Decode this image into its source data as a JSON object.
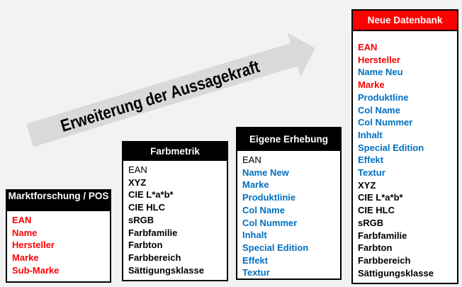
{
  "canvas": {
    "background": "#f2f2f2"
  },
  "colors": {
    "red": "#ff0000",
    "blue": "#0070c0",
    "black": "#000000"
  },
  "arrow": {
    "label": "Erweiterung der Aussagekraft",
    "fill": "#d9d9d9",
    "text_color": "#000000"
  },
  "boxes": [
    {
      "title": "Marktforschung / POS",
      "header_bg": "#000000",
      "header_text_color": "#ffffff",
      "items": [
        {
          "label": "EAN",
          "style": "red"
        },
        {
          "label": "Name",
          "style": "red"
        },
        {
          "label": "Hersteller",
          "style": "red"
        },
        {
          "label": "Marke",
          "style": "red"
        },
        {
          "label": "Sub-Marke",
          "style": "red"
        }
      ]
    },
    {
      "title": "Farbmetrik",
      "header_bg": "#000000",
      "header_text_color": "#ffffff",
      "items": [
        {
          "label": "EAN",
          "style": "black-regular"
        },
        {
          "label": "XYZ",
          "style": "black-bold"
        },
        {
          "label": "CIE L*a*b*",
          "style": "black-bold"
        },
        {
          "label": "CIE HLC",
          "style": "black-bold"
        },
        {
          "label": "sRGB",
          "style": "black-bold"
        },
        {
          "label": "Farbfamilie",
          "style": "black-bold"
        },
        {
          "label": "Farbton",
          "style": "black-bold"
        },
        {
          "label": "Farbbereich",
          "style": "black-bold"
        },
        {
          "label": "Sättigungsklasse",
          "style": "black-bold"
        }
      ]
    },
    {
      "title": "Eigene Erhebung",
      "header_bg": "#000000",
      "header_text_color": "#ffffff",
      "items": [
        {
          "label": "EAN",
          "style": "black-regular"
        },
        {
          "label": "Name New",
          "style": "blue"
        },
        {
          "label": "Marke",
          "style": "blue"
        },
        {
          "label": "Produktlinie",
          "style": "blue"
        },
        {
          "label": "Col Name",
          "style": "blue"
        },
        {
          "label": "Col Nummer",
          "style": "blue"
        },
        {
          "label": "Inhalt",
          "style": "blue"
        },
        {
          "label": "Special Edition",
          "style": "blue"
        },
        {
          "label": "Effekt",
          "style": "blue"
        },
        {
          "label": "Textur",
          "style": "blue"
        }
      ]
    },
    {
      "title": "Neue Datenbank",
      "header_bg": "#ff0000",
      "header_text_color": "#ffffff",
      "items": [
        {
          "label": "EAN",
          "style": "red"
        },
        {
          "label": "Hersteller",
          "style": "red"
        },
        {
          "label": "Name Neu",
          "style": "blue"
        },
        {
          "label": "Marke",
          "style": "red"
        },
        {
          "label": "Produktline",
          "style": "blue"
        },
        {
          "label": "Col Name",
          "style": "blue"
        },
        {
          "label": "Col Nummer",
          "style": "blue"
        },
        {
          "label": "Inhalt",
          "style": "blue"
        },
        {
          "label": "Special Edition",
          "style": "blue"
        },
        {
          "label": "Effekt",
          "style": "blue"
        },
        {
          "label": "Textur",
          "style": "blue"
        },
        {
          "label": "XYZ",
          "style": "black-bold"
        },
        {
          "label": "CIE L*a*b*",
          "style": "black-bold"
        },
        {
          "label": "CIE HLC",
          "style": "black-bold"
        },
        {
          "label": "sRGB",
          "style": "black-bold"
        },
        {
          "label": "Farbfamilie",
          "style": "black-bold"
        },
        {
          "label": "Farbton",
          "style": "black-bold"
        },
        {
          "label": "Farbbereich",
          "style": "black-bold"
        },
        {
          "label": "Sättigungsklasse",
          "style": "black-bold"
        }
      ]
    }
  ]
}
